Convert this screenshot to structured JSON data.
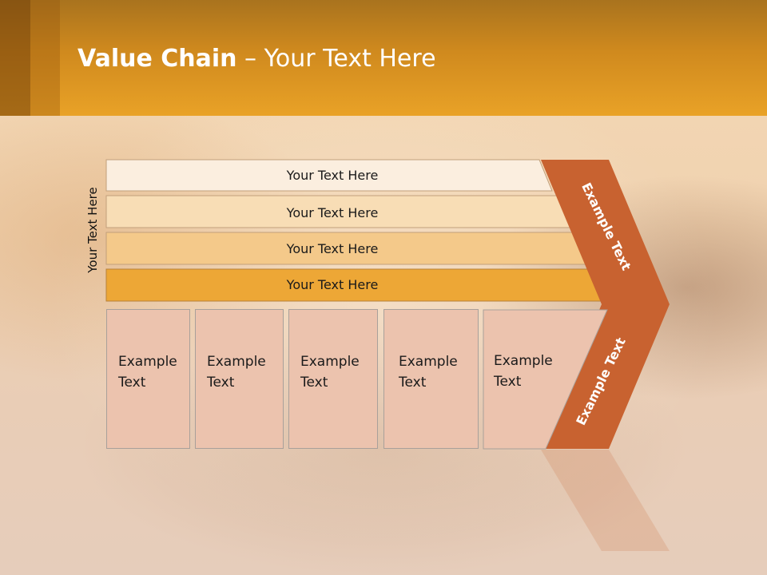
{
  "slide": {
    "title_bold": "Value Chain",
    "title_rest": " – Your Text Here",
    "side_label": "Your Text Here"
  },
  "support_bars": [
    {
      "label": "Your Text Here",
      "color": "#fbeedf"
    },
    {
      "label": "Your Text Here",
      "color": "#f8ddb5"
    },
    {
      "label": "Your Text Here",
      "color": "#f4c98a"
    },
    {
      "label": "Your Text Here",
      "color": "#eda736"
    }
  ],
  "primary_boxes": [
    {
      "line1": "Example",
      "line2": "Text"
    },
    {
      "line1": "Example",
      "line2": "Text"
    },
    {
      "line1": "Example",
      "line2": "Text"
    },
    {
      "line1": "Example",
      "line2": "Text"
    },
    {
      "line1": "Example",
      "line2": "Text"
    }
  ],
  "margin_arrow": {
    "upper_label": "Example Text",
    "lower_label": "Example Text",
    "color": "#c86230"
  }
}
